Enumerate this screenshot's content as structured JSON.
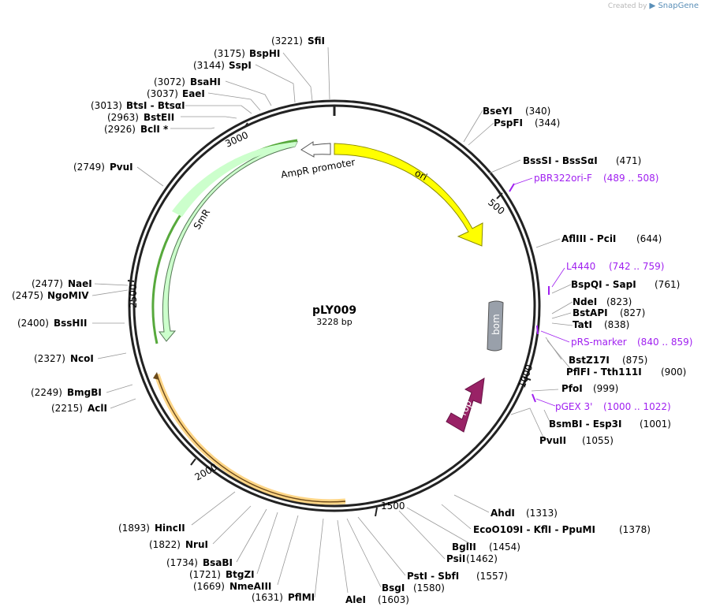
{
  "credit": {
    "prefix": "Created by",
    "brand": "SnapGene"
  },
  "plasmid": {
    "name": "pLY009",
    "size_label": "3228 bp",
    "length": 3228
  },
  "ticks": [
    {
      "label": "500",
      "pos": 500
    },
    {
      "label": "1000",
      "pos": 1000
    },
    {
      "label": "1500",
      "pos": 1500
    },
    {
      "label": "2000",
      "pos": 2000
    },
    {
      "label": "2500",
      "pos": 2500
    },
    {
      "label": "3000",
      "pos": 3000
    }
  ],
  "features": [
    {
      "name": "ori",
      "color": "#ffff00",
      "stroke": "#a0a000"
    },
    {
      "name": "AmpR promoter",
      "color": "#ffffff",
      "stroke": "#555555"
    },
    {
      "name": "SmR",
      "color": "#ccffcc",
      "stroke": "#557755"
    },
    {
      "name": "bom",
      "color": "#99a0aa",
      "stroke": "#555555"
    },
    {
      "name": "rop",
      "color": "#992266",
      "stroke": "#661144"
    }
  ],
  "sites": [
    {
      "name": "SfiI",
      "pos": "(3221)"
    },
    {
      "name": "BspHI",
      "pos": "(3175)"
    },
    {
      "name": "SspI",
      "pos": "(3144)"
    },
    {
      "name": "BsaHI",
      "pos": "(3072)"
    },
    {
      "name": "EaeI",
      "pos": "(3037)"
    },
    {
      "name": "BtsI - BtsαI",
      "pos": "(3013)"
    },
    {
      "name": "BstEII",
      "pos": "(2963)"
    },
    {
      "name": "BclI *",
      "pos": "(2926)"
    },
    {
      "name": "PvuI",
      "pos": "(2749)"
    },
    {
      "name": "NaeI",
      "pos": "(2477)"
    },
    {
      "name": "NgoMIV",
      "pos": "(2475)"
    },
    {
      "name": "BssHII",
      "pos": "(2400)"
    },
    {
      "name": "NcoI",
      "pos": "(2327)"
    },
    {
      "name": "BmgBI",
      "pos": "(2249)"
    },
    {
      "name": "AclI",
      "pos": "(2215)"
    },
    {
      "name": "HincII",
      "pos": "(1893)"
    },
    {
      "name": "NruI",
      "pos": "(1822)"
    },
    {
      "name": "BsaBI",
      "pos": "(1734)"
    },
    {
      "name": "BtgZI",
      "pos": "(1721)"
    },
    {
      "name": "NmeAIII",
      "pos": "(1669)"
    },
    {
      "name": "PflMI",
      "pos": "(1631)"
    },
    {
      "name": "AleI",
      "pos": "(1603)"
    },
    {
      "name": "BsgI",
      "pos": "(1580)"
    },
    {
      "name": "PstI - SbfI",
      "pos": "(1557)"
    },
    {
      "name": "PsiI",
      "pos": "(1462)"
    },
    {
      "name": "BglII",
      "pos": "(1454)"
    },
    {
      "name": "EcoO109I - KflI - PpuMI",
      "pos": "(1378)"
    },
    {
      "name": "AhdI",
      "pos": "(1313)"
    },
    {
      "name": "PvuII",
      "pos": "(1055)"
    },
    {
      "name": "BsmBI - Esp3I",
      "pos": "(1001)"
    },
    {
      "name": "PfoI",
      "pos": "(999)"
    },
    {
      "name": "PflFI - Tth111I",
      "pos": "(900)"
    },
    {
      "name": "BstZ17I",
      "pos": "(875)"
    },
    {
      "name": "TatI",
      "pos": "(838)"
    },
    {
      "name": "BstAPI",
      "pos": "(827)"
    },
    {
      "name": "NdeI",
      "pos": "(823)"
    },
    {
      "name": "BspQI - SapI",
      "pos": "(761)"
    },
    {
      "name": "AflIII - PciI",
      "pos": "(644)"
    },
    {
      "name": "BssSI - BssSαI",
      "pos": "(471)"
    },
    {
      "name": "PspFI",
      "pos": "(344)"
    },
    {
      "name": "BseYI",
      "pos": "(340)"
    }
  ],
  "primers": [
    {
      "name": "pBR322ori-F",
      "range": "(489 .. 508)"
    },
    {
      "name": "L4440",
      "range": "(742 .. 759)"
    },
    {
      "name": "pRS-marker",
      "range": "(840 .. 859)"
    },
    {
      "name": "pGEX 3'",
      "range": "(1000 .. 1022)"
    }
  ]
}
